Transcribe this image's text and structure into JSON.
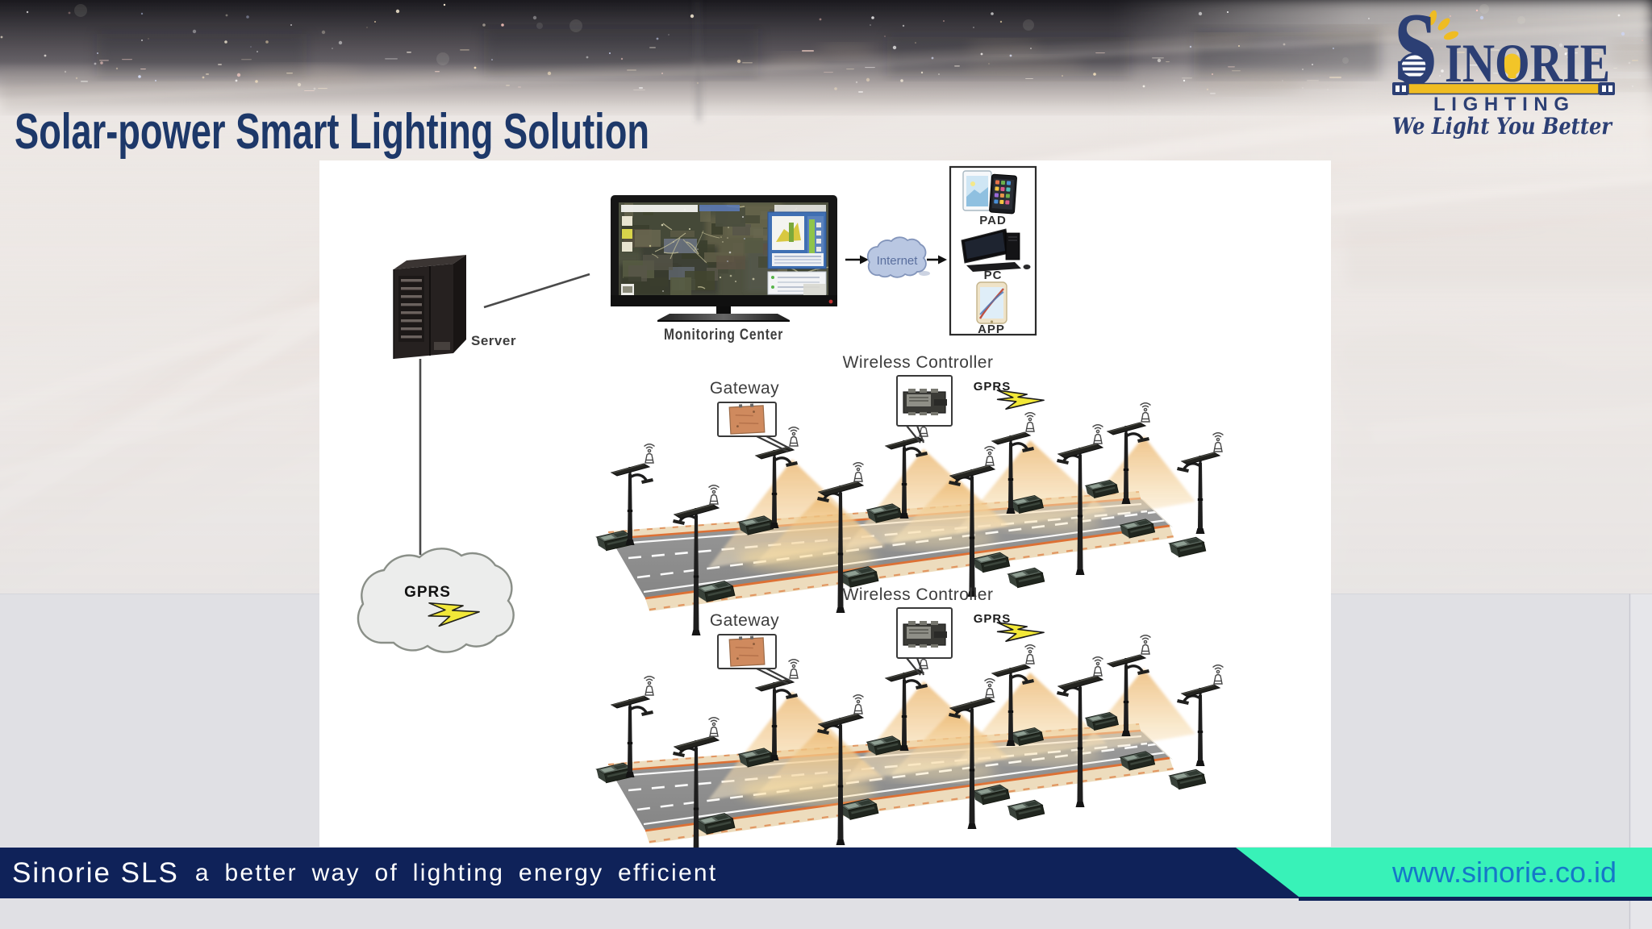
{
  "title": "Solar-power Smart Lighting Solution",
  "logo": {
    "brand": "SINORIE",
    "brand_s": "S",
    "brand_rest": "INORIE",
    "subtitle": "LIGHTING",
    "tagline": "We Light You Better"
  },
  "footer": {
    "brand": "Sinorie SLS",
    "tagline": "a better way of lighting energy efficient",
    "website": "www.sinorie.co.id"
  },
  "diagram": {
    "server_label": "Server",
    "monitoring_center_label": "Monitoring Center",
    "internet_label": "Internet",
    "devices": {
      "pad": "PAD",
      "pc": "PC",
      "app": "APP"
    },
    "gprs_cloud_label": "GPRS",
    "sections": [
      {
        "wireless_controller": "Wireless Controller",
        "gateway": "Gateway",
        "gprs": "GPRS"
      },
      {
        "wireless_controller": "Wireless Controller",
        "gateway": "Gateway",
        "gprs": "GPRS"
      }
    ]
  },
  "colors": {
    "title_navy": "#1d3869",
    "footer_navy": "#0f2259",
    "teal_accent": "#38f2b8",
    "website_blue": "#1478c8",
    "logo_navy": "#2c3f74",
    "logo_yellow": "#efbc22",
    "cone_orange": "#f0be74",
    "bolt_yellow": "#f2e838"
  }
}
